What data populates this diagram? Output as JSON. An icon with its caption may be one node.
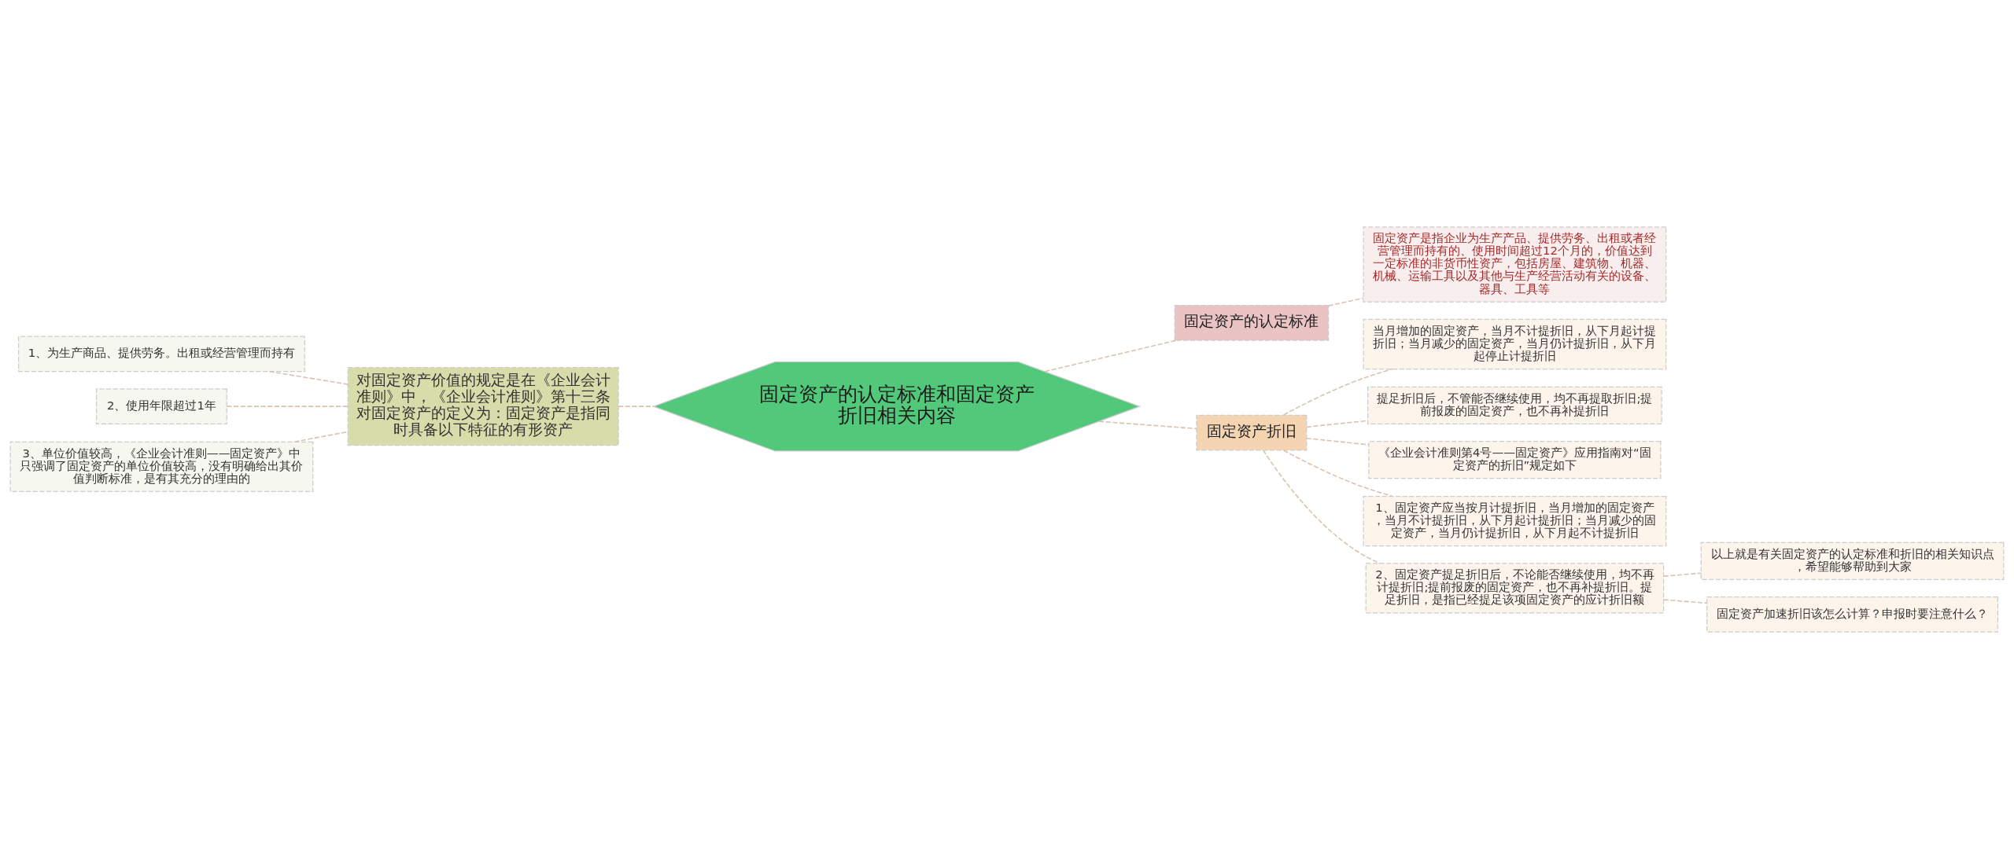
{
  "diagram": {
    "nodes": [
      {
        "text": [
          "固定资产的认定标准和固定资产折旧相关内容"
        ]
      },
      {
        "text": [
          "对固定资产价值的规定是在《企业会计准则》中，《企业会计准则》第十三条对固定资产的定义为：固定资产是指同时具备以下特征的有形资产"
        ]
      },
      {
        "text": [
          "1、为生产商品、提供劳务。出租或经营管理而持有"
        ]
      },
      {
        "text": [
          "2、使用年限超过1年"
        ]
      },
      {
        "text": [
          "3、单位价值较高，《企业会计准则——固定资产》中只强调了固定资产的单位价值较高，没有明确给出其价值判断标准，是有其充分的理由的"
        ]
      },
      {
        "text": [
          "固定资产的认定标准"
        ]
      },
      {
        "text": [
          "固定资产是指企业为生产产品、提供劳务、出租或者经营管理而持有的、使用时间超过12个月的，价值达到一定标准的非货币性资产，包括房屋、建筑物、机器、机械、运输工具以及其他与生产经营活动有关的设备、器具、工具等"
        ]
      },
      {
        "text": [
          "固定资产折旧"
        ]
      },
      {
        "text": [
          "当月增加的固定资产，当月不计提折旧，从下月起计提折旧；当月减少的固定资产，当月仍计提折旧，从下月起停止计提折旧"
        ]
      },
      {
        "text": [
          "提足折旧后，不管能否继续使用，均不再提取折旧;提前报废的固定资产，也不再补提折旧"
        ]
      },
      {
        "text": [
          "《企业会计准则第4号——固定资产》应用指南对“固定资产的折旧”规定如下"
        ]
      },
      {
        "text": [
          "1、固定资产应当按月计提折旧，当月增加的固定资产，当月不计提折旧，从下月起计提折旧；当月减少的固定资产，当月仍计提折旧，从下月起不计提折旧"
        ]
      },
      {
        "text": [
          "2、固定资产提足折旧后，不论能否继续使用，均不再计提折旧;提前报废的固定资产，也不再补提折旧。提足折旧，是指已经提足该项固定资产的应计折旧额"
        ]
      },
      {
        "text": [
          "以上就是有关固定资产的认定标准和折旧的相关知识点，希望能够帮助到大家"
        ]
      },
      {
        "text": [
          "固定资产加速折旧该怎么计算？申报时要注意什么？"
        ]
      }
    ],
    "edges": [
      {
        "from": 0,
        "to": 1,
        "arrow": "none",
        "style": "dashed"
      },
      {
        "from": 1,
        "to": 2,
        "arrow": "none",
        "style": "dashed"
      },
      {
        "from": 1,
        "to": 3,
        "arrow": "none",
        "style": "dashed"
      },
      {
        "from": 1,
        "to": 4,
        "arrow": "none",
        "style": "dashed"
      },
      {
        "from": 0,
        "to": 5,
        "arrow": "none",
        "style": "dashed"
      },
      {
        "from": 5,
        "to": 6,
        "arrow": "none",
        "style": "dashed"
      },
      {
        "from": 0,
        "to": 7,
        "arrow": "none",
        "style": "dashed"
      },
      {
        "from": 7,
        "to": 8,
        "arrow": "none",
        "style": "dashed"
      },
      {
        "from": 7,
        "to": 9,
        "arrow": "none",
        "style": "dashed"
      },
      {
        "from": 7,
        "to": 10,
        "arrow": "none",
        "style": "dashed"
      },
      {
        "from": 7,
        "to": 11,
        "arrow": "none",
        "style": "dashed"
      },
      {
        "from": 7,
        "to": 12,
        "arrow": "none",
        "style": "dashed"
      },
      {
        "from": 12,
        "to": 13,
        "arrow": "none",
        "style": "dashed"
      },
      {
        "from": 12,
        "to": 14,
        "arrow": "none",
        "style": "dashed"
      }
    ]
  }
}
